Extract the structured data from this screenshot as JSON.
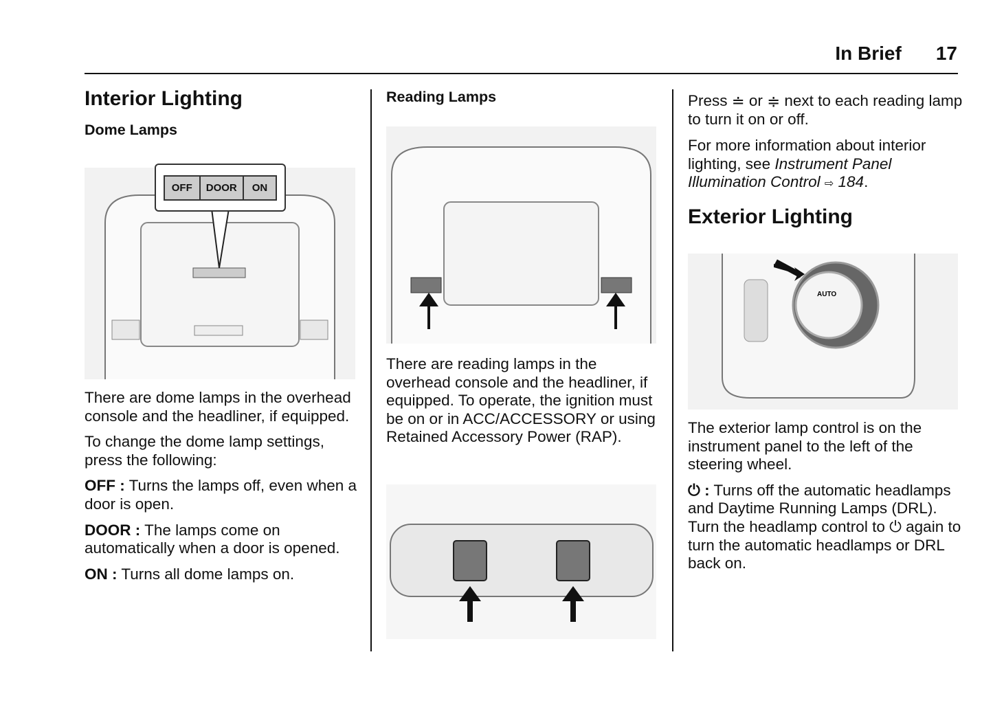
{
  "header": {
    "section": "In Brief",
    "page": "17"
  },
  "col1": {
    "title": "Interior Lighting",
    "subtitle": "Dome Lamps",
    "figure_labels": [
      "OFF",
      "DOOR",
      "ON"
    ],
    "p1": "There are dome lamps in the overhead console and the headliner, if equipped.",
    "p2": "To change the dome lamp settings, press the following:",
    "items": [
      {
        "term": "OFF :",
        "text": " Turns the lamps off, even when a door is open."
      },
      {
        "term": "DOOR :",
        "text": " The lamps come on automatically when a door is opened."
      },
      {
        "term": "ON :",
        "text": " Turns all dome lamps on."
      }
    ]
  },
  "col2": {
    "subtitle": "Reading Lamps",
    "p1": "There are reading lamps in the overhead console and the headliner, if equipped. To operate, the ignition must be on or in ACC/ACCESSORY or using Retained Accessory Power (RAP)."
  },
  "col3": {
    "press_a": "Press",
    "press_or": "or",
    "press_b": "next to each reading lamp to turn it on or off.",
    "more_a": "For more information about interior lighting, see ",
    "more_link": "Instrument Panel Illumination Control",
    "more_page": "184",
    "title": "Exterior Lighting",
    "figure_label": "AUTO",
    "p1": "The exterior lamp control is on the instrument panel to the left of the steering wheel.",
    "p2_term": " :",
    "p2_a": " Turns off the automatic headlamps and Daytime Running Lamps (DRL). Turn the headlamp control to ",
    "p2_b": " again to turn the automatic headlamps or DRL back on."
  }
}
